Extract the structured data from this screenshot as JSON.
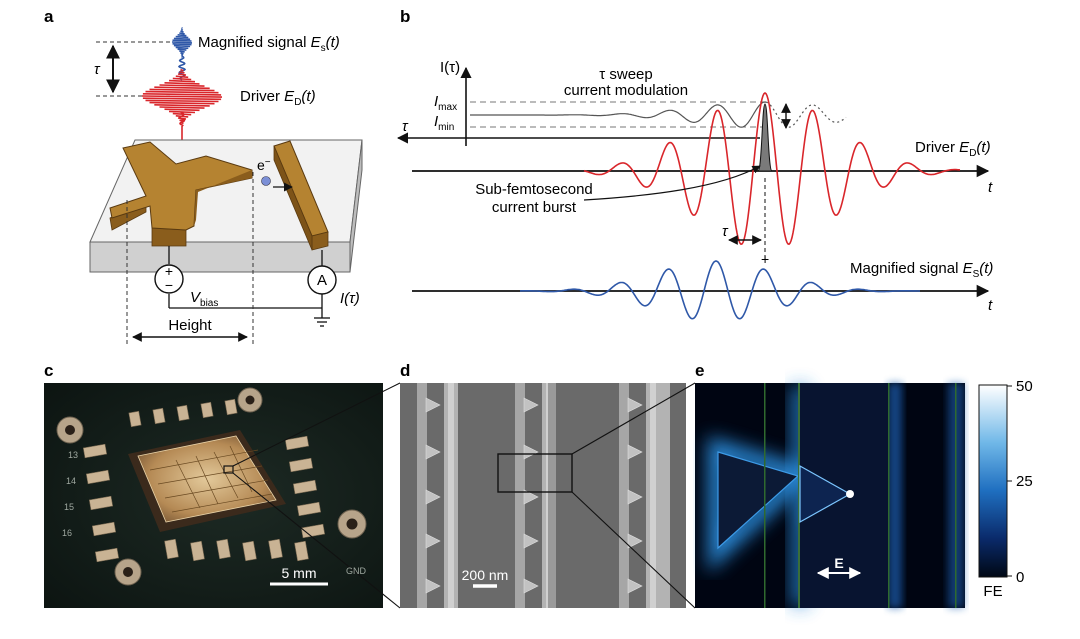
{
  "panels": {
    "a": {
      "label": "a",
      "tau": "τ",
      "magnified_signal": {
        "text": "Magnified signal ",
        "sym": "E",
        "sub": "s",
        "arg": "(t)"
      },
      "driver": {
        "text": "Driver ",
        "sym": "E",
        "sub": "D",
        "arg": "(t)"
      },
      "electron": "e",
      "electron_sup": "−",
      "vsource_plus": "+",
      "vsource_minus": "−",
      "vbias_sym": "V",
      "vbias_sub": "bias",
      "ammeter": "A",
      "current": "I(τ)",
      "height": "Height"
    },
    "b": {
      "label": "b",
      "i_tau": "I(τ)",
      "imax_sym": "I",
      "imax_sub": "max",
      "imin_sym": "I",
      "imin_sub": "min",
      "tau_axis": "τ",
      "sweep_line1": "τ sweep",
      "sweep_line2": "current modulation",
      "burst_line1": "Sub-femtosecond",
      "burst_line2": "current burst",
      "driver": {
        "text": "Driver ",
        "sym": "E",
        "sub": "D",
        "arg": "(t)"
      },
      "magnified": {
        "text": "Magnified signal ",
        "sym": "E",
        "sub": "S",
        "arg": "(t)"
      },
      "t_axis": "t",
      "tau_delay": "τ",
      "plus": "+"
    },
    "c": {
      "label": "c",
      "scale_bar": "5 mm",
      "pad_labels": [
        "13",
        "14",
        "15",
        "16",
        "GND"
      ]
    },
    "d": {
      "label": "d",
      "scale_bar": "200 nm"
    },
    "e": {
      "label": "e",
      "field": "E",
      "colorbar_max": "50",
      "colorbar_mid": "25",
      "colorbar_min": "0",
      "colorbar_unit": "FE"
    }
  },
  "colors": {
    "driver": "#d9262b",
    "signal": "#2f58a8",
    "gold": "#b07b2a",
    "field": "#2c8ad8"
  }
}
